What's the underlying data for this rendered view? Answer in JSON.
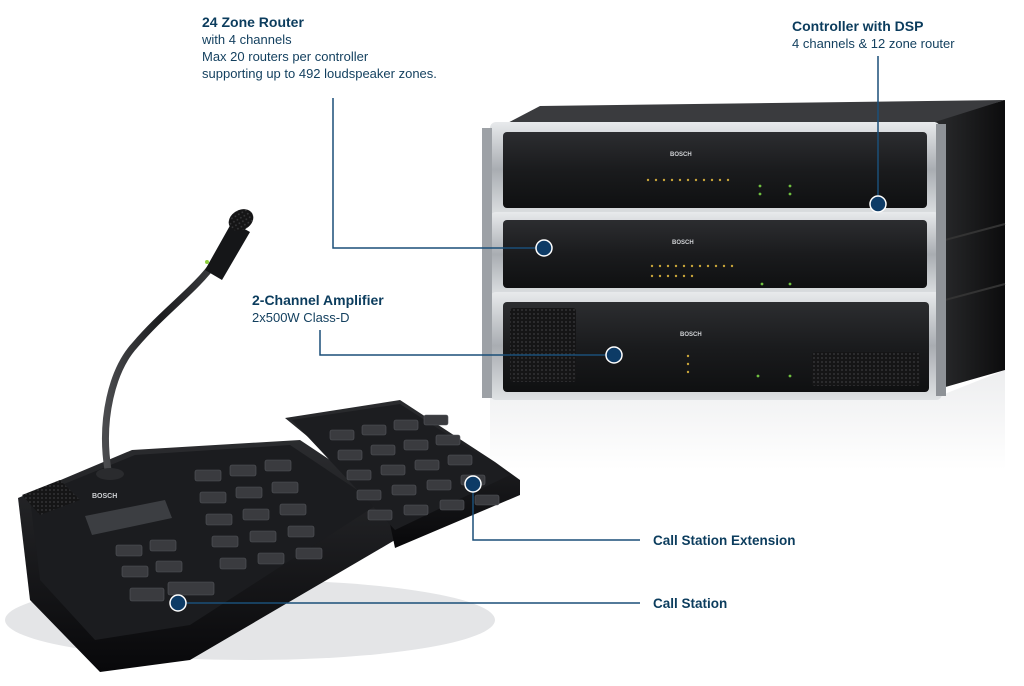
{
  "callouts": {
    "router": {
      "title": "24 Zone Router",
      "lines": [
        "with 4 channels",
        "Max 20 routers per controller",
        "supporting up to 492 loudspeaker zones."
      ]
    },
    "controller": {
      "title": "Controller with DSP",
      "lines": [
        "4 channels & 12 zone router"
      ]
    },
    "amplifier": {
      "title": "2-Channel Amplifier",
      "lines": [
        "2x500W Class-D"
      ]
    },
    "extension": {
      "title": "Call Station Extension"
    },
    "station": {
      "title": "Call Station"
    }
  },
  "brand": "BOSCH",
  "colors": {
    "callout_text": "#0b3c5d",
    "callout_line": "#1a4f78",
    "marker": "#0d3b66",
    "rack_face": "#1c1c1e",
    "rack_trim": "#b9bcc0",
    "console_body": "#101012",
    "button_face": "#2a2b2e"
  }
}
